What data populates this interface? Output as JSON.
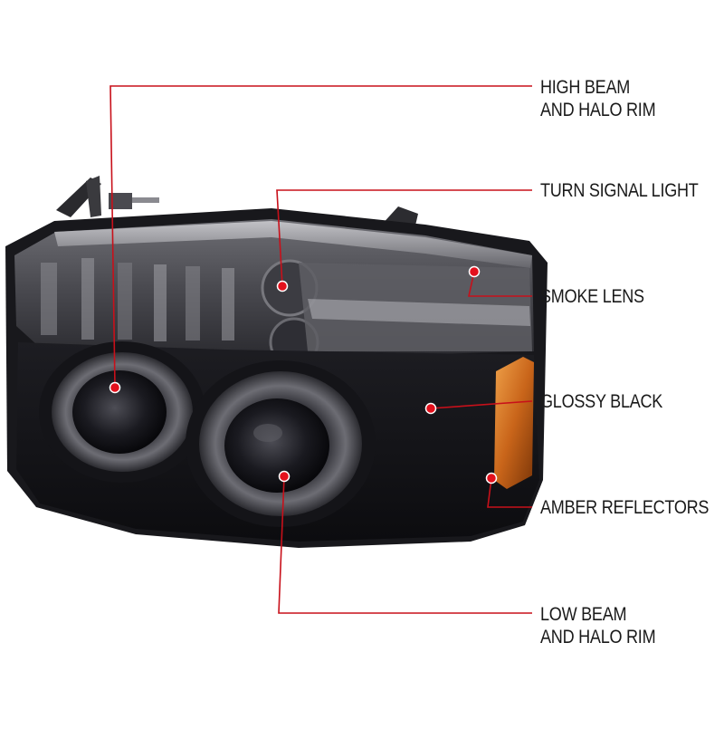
{
  "product_image": {
    "subject": "smoked dual halo projector headlight",
    "colors": {
      "housing": "#1b1b1f",
      "smoke_lens": "#5a5a60",
      "chrome": "#b9b9be",
      "amber": "#d9791f",
      "callout_line": "#c8101a",
      "callout_dot": "#e3101c"
    }
  },
  "callouts": [
    {
      "lines": [
        "HIGH BEAM",
        "AND HALO RIM"
      ]
    },
    {
      "lines": [
        "TURN SIGNAL LIGHT"
      ]
    },
    {
      "lines": [
        "SMOKE LENS"
      ]
    },
    {
      "lines": [
        "GLOSSY BLACK"
      ]
    },
    {
      "lines": [
        "AMBER REFLECTORS"
      ]
    },
    {
      "lines": [
        "LOW BEAM",
        "AND HALO RIM"
      ]
    }
  ]
}
